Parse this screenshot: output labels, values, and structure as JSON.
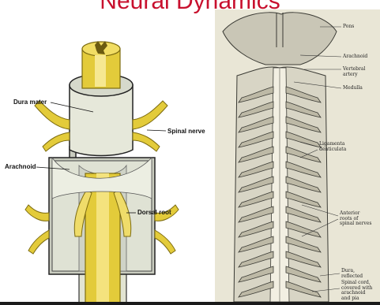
{
  "slide": {
    "title": "Neural Dynamics"
  },
  "illustration_left": {
    "labels": {
      "dura_mater": "Dura mater",
      "spinal_nerve": "Spinal nerve",
      "arachnoid": "Arachnoid",
      "dorsal_root": "Dorsal root"
    },
    "colors": {
      "nerve": "#d9c22a",
      "dura": "#e8ead8",
      "background": "#ffffff"
    }
  },
  "illustration_right": {
    "labels": {
      "pons": "Pons",
      "arachnoid": "Arachnoid",
      "vertebral_artery": "Vertebral\nartery",
      "medulla": "Medulla",
      "ligamenta_denticulata": "Ligamenta\ndenticulata",
      "anterior_roots": "Anterior\nroots of\nspinal nerves",
      "dura_reflected": "Dura,\nreflected",
      "spinal_cord": "Spinal cord,\ncovered with\narachnoid\nand pia"
    },
    "colors": {
      "paper": "#e9e6d6",
      "ink": "#3a3a34"
    }
  }
}
